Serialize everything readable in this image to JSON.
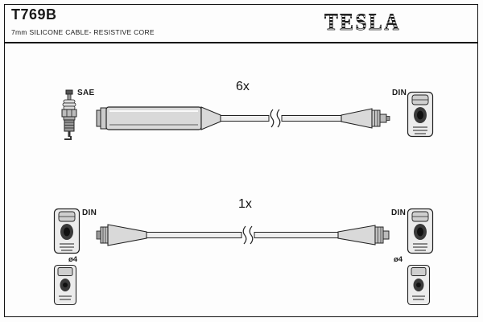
{
  "page": {
    "part_number": "T769B",
    "subtitle": "7mm SILICONE CABLE- RESISTIVE CORE",
    "brand": "TESLA"
  },
  "kit": {
    "rows": [
      {
        "quantity": "6x",
        "left_connector": "SAE",
        "right_connector": "DIN"
      },
      {
        "quantity": "1x",
        "left_connector": "DIN",
        "right_connector": "DIN",
        "left_diameter": "ø4",
        "right_diameter": "ø4"
      }
    ]
  },
  "colors": {
    "ink": "#1a1a1a",
    "paper": "#fdfdfd",
    "part_fill": "#d9d9d9"
  }
}
